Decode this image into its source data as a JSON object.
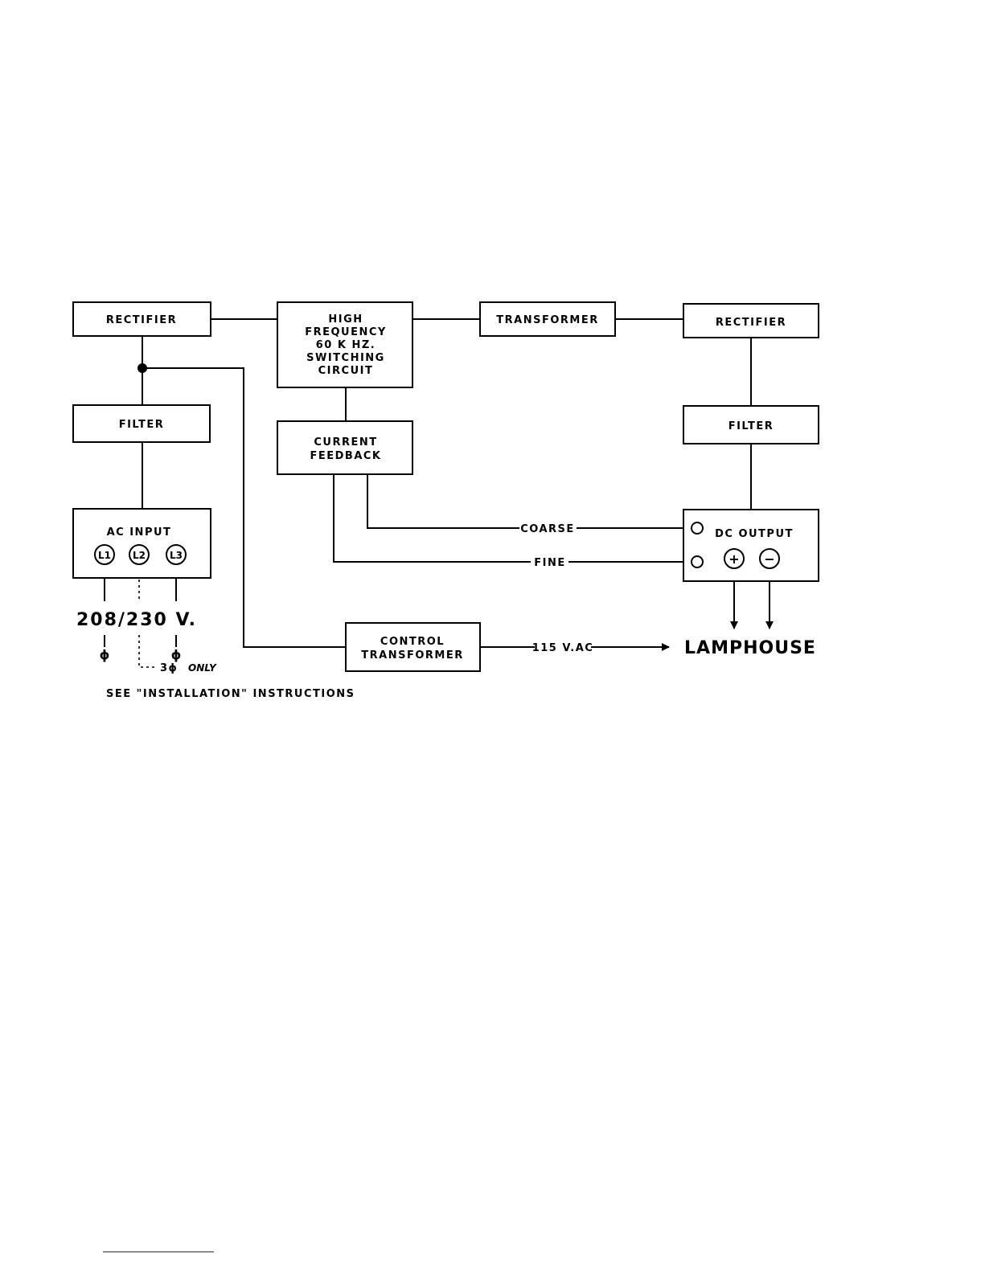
{
  "blocks": {
    "rectifier_in": "RECTIFIER",
    "filter_in": "FILTER",
    "ac_input": "AC INPUT",
    "hf_line1": "HIGH",
    "hf_line2": "FREQUENCY",
    "hf_line3": "60 K HZ.",
    "hf_line4": "SWITCHING",
    "hf_line5": "CIRCUIT",
    "current_fb_line1": "CURRENT",
    "current_fb_line2": "FEEDBACK",
    "transformer": "TRANSFORMER",
    "rectifier_out": "RECTIFIER",
    "filter_out": "FILTER",
    "dc_output": "DC OUTPUT",
    "control_tx_line1": "CONTROL",
    "control_tx_line2": "TRANSFORMER"
  },
  "terminals": {
    "l1": "L1",
    "l2": "L2",
    "l3": "L3",
    "plus": "+",
    "minus": "−"
  },
  "labels": {
    "coarse": "COARSE",
    "fine": "FINE",
    "volts": "208/230 V.",
    "phase_symbol": "ϕ",
    "three_phase": "3ϕ",
    "only": "ONLY",
    "install_note": "SEE \"INSTALLATION\" INSTRUCTIONS",
    "ac115": "115 V.AC",
    "lamphouse": "LAMPHOUSE"
  }
}
